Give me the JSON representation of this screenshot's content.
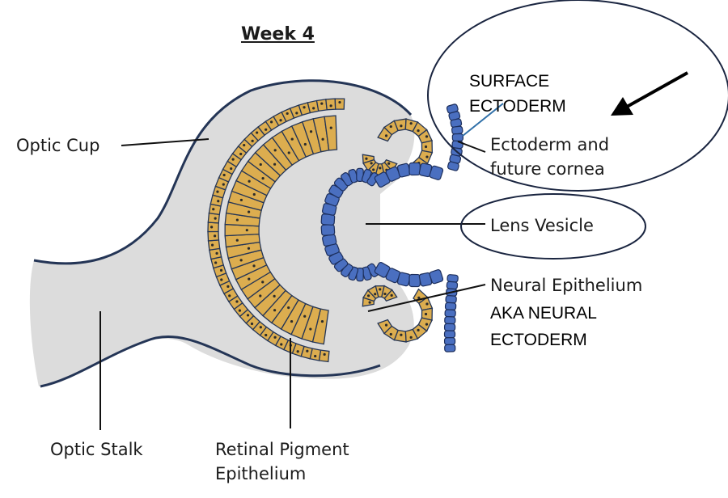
{
  "title": "Week 4",
  "labels": {
    "optic_cup": "Optic Cup",
    "ectoderm_line1": "Ectoderm and",
    "ectoderm_line2": "future cornea",
    "lens_vesicle": "Lens Vesicle",
    "neural_epithelium": "Neural Epithelium",
    "optic_stalk": "Optic Stalk",
    "rpe_line1": "Retinal Pigment",
    "rpe_line2": "Epithelium"
  },
  "annotations": {
    "surface_line1": "SURFACE",
    "surface_line2": "ECTODERM",
    "aka_line1": "AKA NEURAL",
    "aka_line2": "ECTODERM"
  },
  "colors": {
    "tissue": "#dcdcdc",
    "outline": "#243556",
    "retina": "#dcad4f",
    "lens": "#4a6fc0",
    "nuclei": "#2b2b2b"
  }
}
